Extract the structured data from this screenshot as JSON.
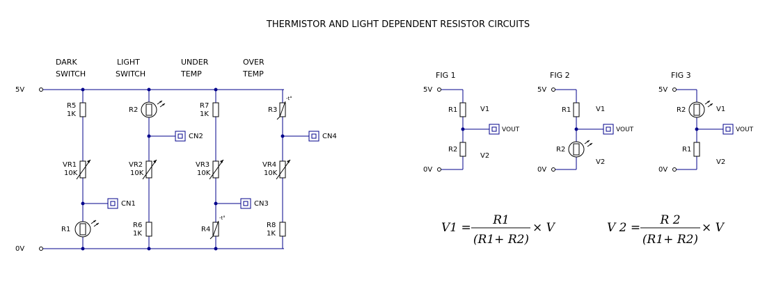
{
  "title": "THERMISTOR AND LIGHT DEPENDENT RESISTOR CIRCUITS",
  "rails": {
    "v5": "5V",
    "v0": "0V"
  },
  "headers": {
    "dark": [
      "DARK",
      "SWITCH"
    ],
    "light": [
      "LIGHT",
      "SWITCH"
    ],
    "under": [
      "UNDER",
      "TEMP"
    ],
    "over": [
      "OVER",
      "TEMP"
    ]
  },
  "components": {
    "r5": [
      "R5",
      "1K"
    ],
    "vr1": [
      "VR1",
      "10K"
    ],
    "r1": "R1",
    "r2": "R2",
    "vr2": [
      "VR2",
      "10K"
    ],
    "r6": [
      "R6",
      "1K"
    ],
    "r7": [
      "R7",
      "1K"
    ],
    "vr3": [
      "VR3",
      "10K"
    ],
    "r4": "R4",
    "r3": "R3",
    "vr4": [
      "VR4",
      "10K"
    ],
    "r8": [
      "R8",
      "1K"
    ],
    "therm_mark": "-t°"
  },
  "connectors": {
    "cn1": "CN1",
    "cn2": "CN2",
    "cn3": "CN3",
    "cn4": "CN4"
  },
  "figs": [
    {
      "name": "FIG 1",
      "v5": "5V",
      "v0": "0V",
      "top": "R1",
      "bottom": "R2",
      "vtop": "V1",
      "vbottom": "V2",
      "vout": "VOUT"
    },
    {
      "name": "FIG 2",
      "v5": "5V",
      "v0": "0V",
      "top": "R1",
      "bottom": "R2",
      "vtop": "V1",
      "vbottom": "V2",
      "vout": "VOUT"
    },
    {
      "name": "FIG 3",
      "v5": "5V",
      "v0": "0V",
      "top": "R2",
      "bottom": "R1",
      "vtop": "V1",
      "vbottom": "V2",
      "vout": "VOUT"
    }
  ],
  "equations": {
    "eq1": {
      "lhs": "V1 =",
      "num": "R1",
      "den": "(R1+ R2)",
      "rhs": "× V"
    },
    "eq2": {
      "lhs": "V 2 =",
      "num": "R 2",
      "den": "(R1+ R2)",
      "rhs": "× V"
    }
  }
}
